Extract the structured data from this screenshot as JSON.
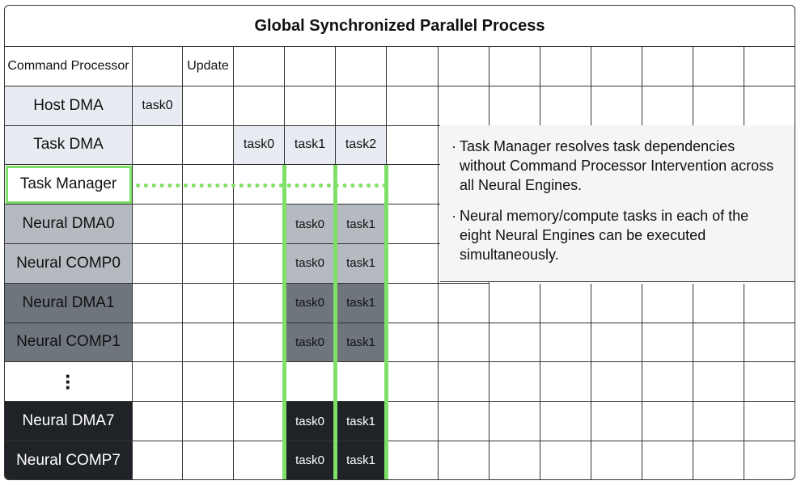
{
  "title": "Global Synchronized Parallel Process",
  "rows": [
    {
      "label": "Command Processor",
      "style": "white",
      "cells": {
        "2": "Update"
      }
    },
    {
      "label": "Host DMA",
      "style": "light",
      "cells": {
        "1": "task0"
      }
    },
    {
      "label": "Task DMA",
      "style": "light",
      "cells": {
        "3": "task0",
        "4": "task1",
        "5": "task2"
      }
    },
    {
      "label": "Task Manager",
      "style": "taskmgr",
      "cells": {}
    },
    {
      "label": "Neural DMA0",
      "style": "gray",
      "cells": {
        "4": "task0",
        "5": "task1"
      }
    },
    {
      "label": "Neural COMP0",
      "style": "gray",
      "cells": {
        "4": "task0",
        "5": "task1"
      }
    },
    {
      "label": "Neural DMA1",
      "style": "mid",
      "cells": {
        "4": "task0",
        "5": "task1"
      }
    },
    {
      "label": "Neural COMP1",
      "style": "mid",
      "cells": {
        "4": "task0",
        "5": "task1"
      }
    },
    {
      "label": "",
      "style": "dots",
      "cells": {}
    },
    {
      "label": "Neural DMA7",
      "style": "dark",
      "cells": {
        "4": "task0",
        "5": "task1"
      }
    },
    {
      "label": "Neural COMP7",
      "style": "dark",
      "cells": {
        "4": "task0",
        "5": "task1"
      }
    }
  ],
  "notes": [
    "Task Manager resolves task dependencies without Command Processor Intervention across all Neural Engines.",
    "Neural memory/compute tasks in each of the eight Neural Engines can be executed simultaneously."
  ],
  "colors": {
    "light": "#e8ecf2",
    "gray": "#b5b9c0",
    "mid": "#6f757d",
    "dark": "#1f2226",
    "green": "#7ee067",
    "taskmgr_border": "#7ee067"
  }
}
